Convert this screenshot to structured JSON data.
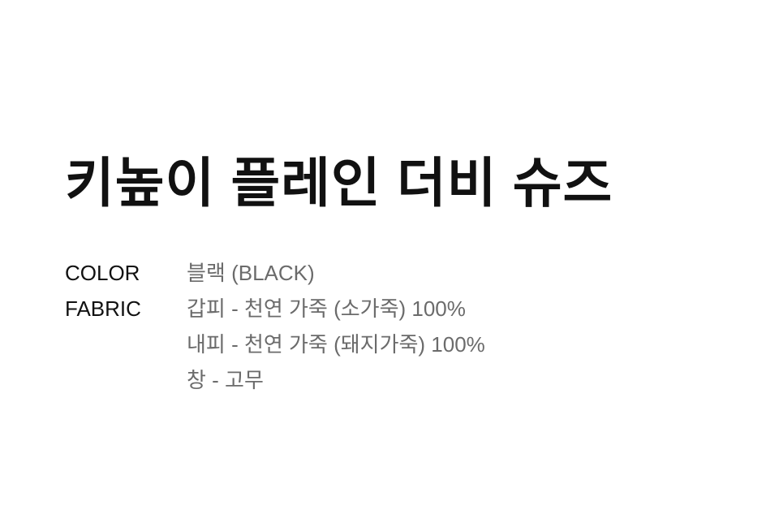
{
  "product": {
    "title": "키높이 플레인 더비 슈즈"
  },
  "specs": [
    {
      "label": "COLOR",
      "values": [
        "블랙 (BLACK)"
      ]
    },
    {
      "label": "FABRIC",
      "values": [
        "갑피 - 천연 가죽 (소가죽) 100%",
        "내피 - 천연 가죽 (돼지가죽) 100%",
        "창 - 고무"
      ]
    }
  ]
}
